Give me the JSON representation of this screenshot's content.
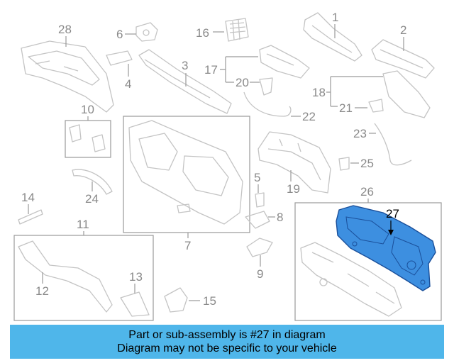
{
  "callouts": [
    "1",
    "2",
    "3",
    "4",
    "5",
    "6",
    "7",
    "8",
    "9",
    "10",
    "11",
    "12",
    "13",
    "14",
    "15",
    "16",
    "17",
    "18",
    "19",
    "20",
    "21",
    "22",
    "23",
    "24",
    "25",
    "26",
    "27",
    "28"
  ],
  "highlight": {
    "number": "27",
    "color": "#3d8fe0",
    "outline": "#1a4f9a"
  },
  "banner": {
    "line1": "Part or sub-assembly is #27 in diagram",
    "line2": "Diagram may not be specific to your vehicle",
    "background": "#4fb6ea"
  }
}
